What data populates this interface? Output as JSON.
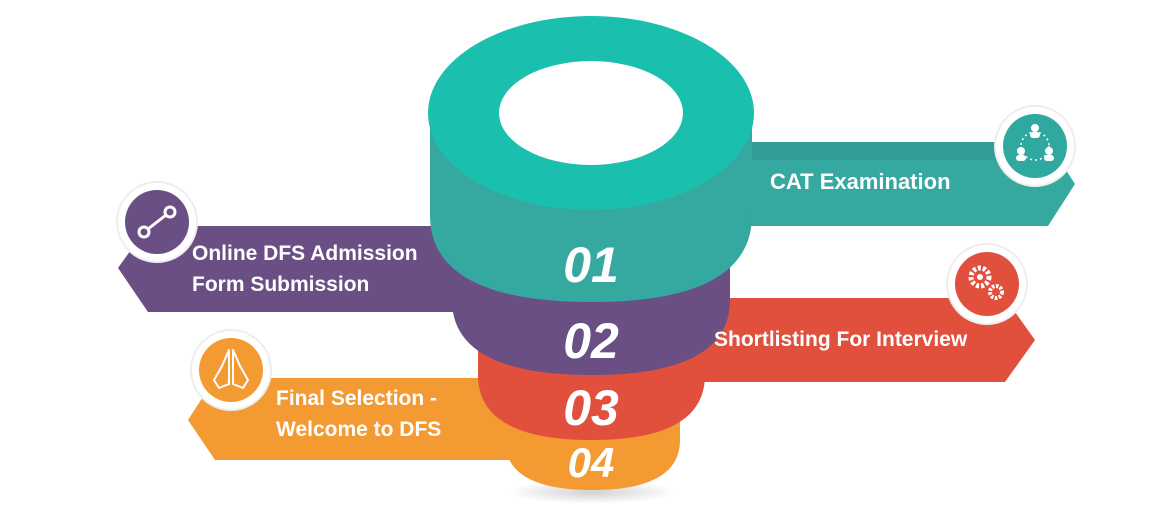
{
  "colors": {
    "teal": "#2fa8a0",
    "teal_top": "#1bbfae",
    "purple": "#6a4f85",
    "red": "#e0503d",
    "orange": "#f39a33"
  },
  "steps": [
    {
      "number": "01",
      "line1": "CAT Examination",
      "line2": "",
      "icon": "network-users-icon",
      "color": "#2fa8a0"
    },
    {
      "number": "02",
      "line1": "Online DFS Admission",
      "line2": "Form Submission",
      "icon": "chain-link-icon",
      "color": "#6a4f85"
    },
    {
      "number": "03",
      "line1": "Shortlisting For Interview",
      "line2": "",
      "icon": "gears-icon",
      "color": "#e0503d"
    },
    {
      "number": "04",
      "line1": "Final Selection -",
      "line2": "Welcome to DFS",
      "icon": "praying-hands-icon",
      "color": "#f39a33"
    }
  ]
}
